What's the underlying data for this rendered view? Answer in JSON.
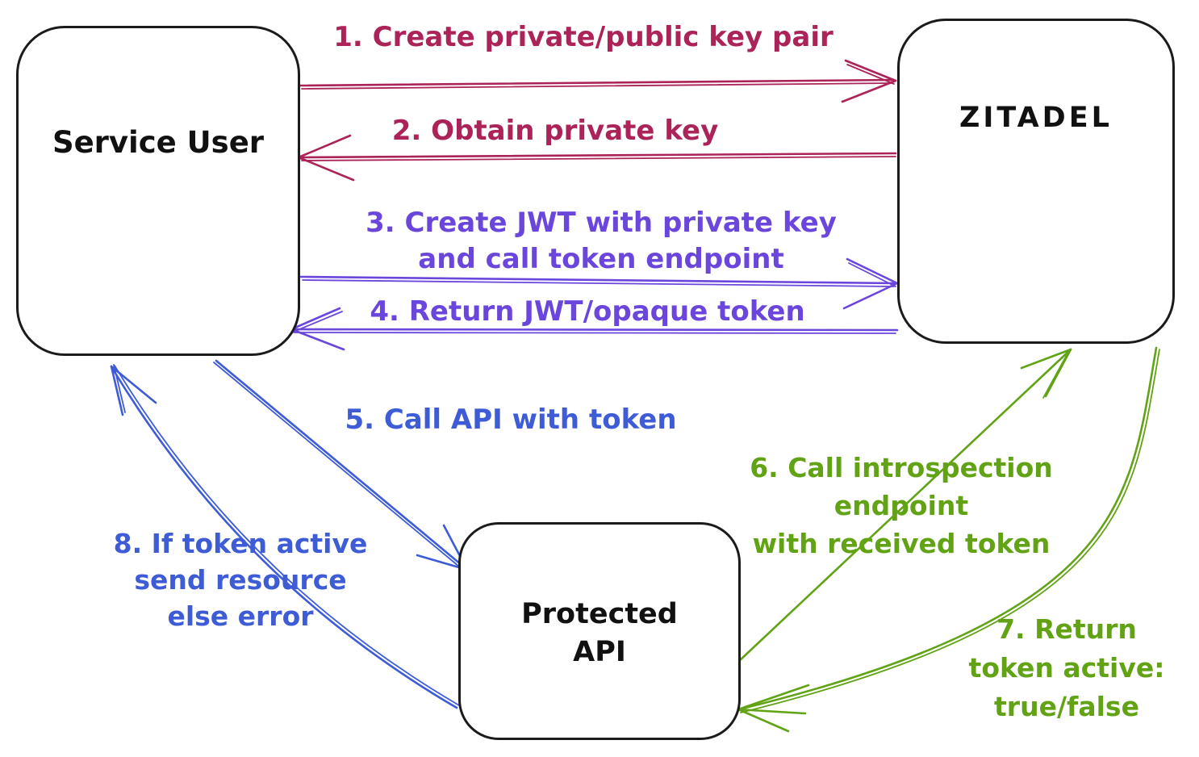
{
  "colors": {
    "crimson": "#ab2358",
    "purple": "#6b46dd",
    "blue": "#3d5cd6",
    "green": "#61a315",
    "ink": "#1b1b1b"
  },
  "nodes": {
    "service_user": {
      "label": "Service User"
    },
    "zitadel": {
      "label": "ZITADEL"
    },
    "protected_api": {
      "lines": [
        "Protected",
        "API"
      ]
    }
  },
  "messages": {
    "m1": {
      "lines": [
        "1. Create private/public key pair"
      ],
      "from": "Service User",
      "to": "ZITADEL",
      "color": "crimson"
    },
    "m2": {
      "lines": [
        "2. Obtain private key"
      ],
      "from": "ZITADEL",
      "to": "Service User",
      "color": "crimson"
    },
    "m3": {
      "lines": [
        "3. Create JWT with private key",
        "and call token endpoint"
      ],
      "from": "Service User",
      "to": "ZITADEL",
      "color": "purple"
    },
    "m4": {
      "lines": [
        "4. Return JWT/opaque token"
      ],
      "from": "ZITADEL",
      "to": "Service User",
      "color": "purple"
    },
    "m5": {
      "lines": [
        "5. Call API with token"
      ],
      "from": "Service User",
      "to": "Protected API",
      "color": "blue"
    },
    "m6": {
      "lines": [
        "6. Call introspection",
        "endpoint",
        "with received token"
      ],
      "from": "Protected API",
      "to": "ZITADEL",
      "color": "green"
    },
    "m7": {
      "lines": [
        "7. Return",
        "token active:",
        "true/false"
      ],
      "from": "ZITADEL",
      "to": "Protected API",
      "color": "green"
    },
    "m8": {
      "lines": [
        "8. If token active",
        "send resource",
        "else error"
      ],
      "from": "Protected API",
      "to": "Service User",
      "color": "blue"
    }
  }
}
